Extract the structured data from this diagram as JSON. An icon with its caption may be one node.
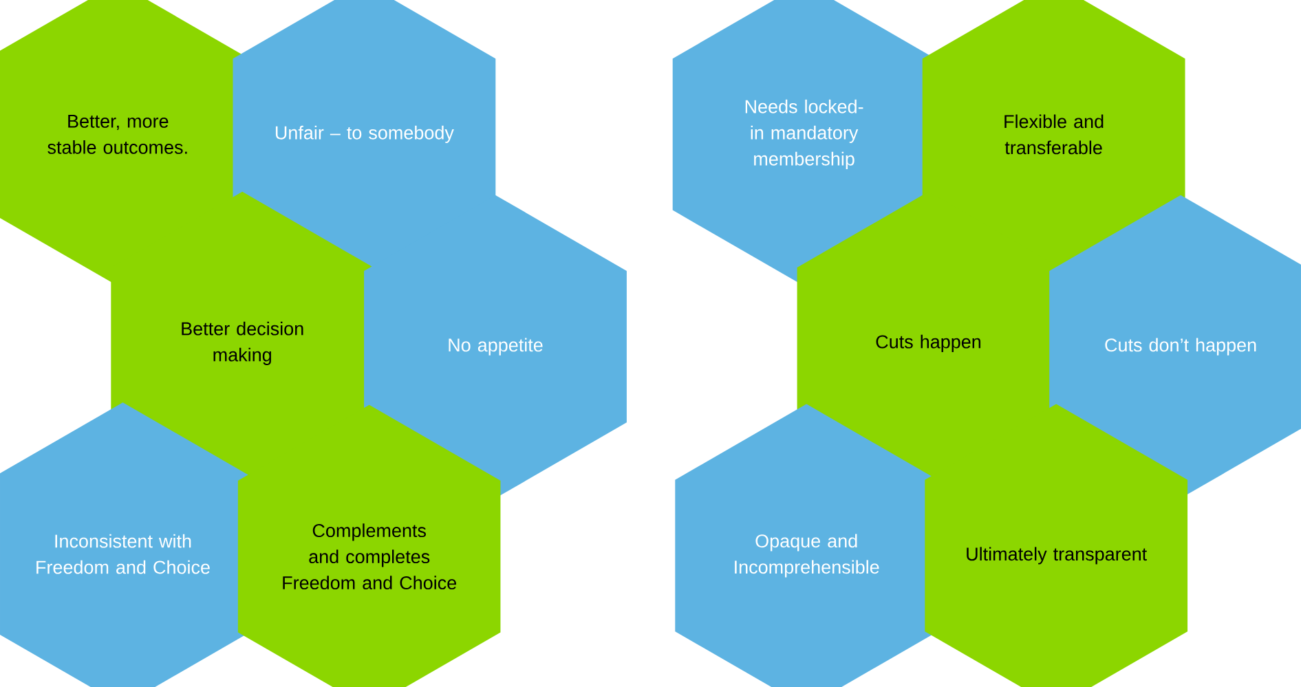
{
  "diagram": {
    "nodes": [
      {
        "text": [
          "Better, more stable outcomes."
        ]
      },
      {
        "text": [
          "Unfair – to somebody"
        ]
      },
      {
        "text": [
          "Better decision making"
        ]
      },
      {
        "text": [
          "No appetite"
        ]
      },
      {
        "text": [
          "Inconsistent with Freedom and Choice"
        ]
      },
      {
        "text": [
          "Complements and completes Freedom and Choice"
        ]
      },
      {
        "text": [
          "Needs locked-in mandatory membership"
        ]
      },
      {
        "text": [
          "Flexible and transferable"
        ]
      },
      {
        "text": [
          "Cuts happen"
        ]
      },
      {
        "text": [
          "Cuts don’t happen"
        ]
      },
      {
        "text": [
          "Opaque and Incomprehensible"
        ]
      },
      {
        "text": [
          "Ultimately transparent"
        ]
      }
    ]
  }
}
